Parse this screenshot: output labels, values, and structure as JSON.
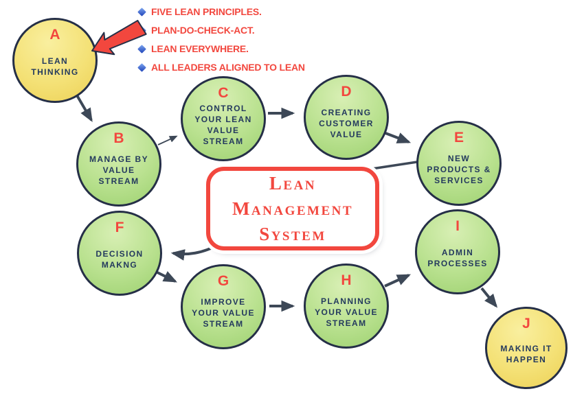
{
  "colors": {
    "red": "#f2473e",
    "navy": "#243a5e",
    "outline": "#252f47",
    "arrow": "#3d4857",
    "green-light": "#d8efb4",
    "green-mid": "#b9e18f",
    "green-deep": "#9cd06f",
    "yellow-light": "#f9ef9f",
    "yellow-mid": "#f4e176",
    "yellow-deep": "#ecd055",
    "blue-light": "#7fa8f0",
    "blue-dark": "#2b50c0"
  },
  "callout": {
    "items": [
      "FIVE LEAN PRINCIPLES.",
      "PLAN-DO-CHECK-ACT.",
      "LEAN EVERYWHERE.",
      "ALL LEADERS ALIGNED TO LEAN"
    ]
  },
  "center_box": {
    "title": "Lean\nManagement\nSystem"
  },
  "nodes": [
    {
      "letter": "A",
      "label": "LEAN\nTHINKING",
      "fill": "yellow"
    },
    {
      "letter": "B",
      "label": "MANAGE BY\nVALUE\nSTREAM",
      "fill": "green"
    },
    {
      "letter": "C",
      "label": "CONTROL\nYOUR LEAN\nVALUE\nSTREAM",
      "fill": "green"
    },
    {
      "letter": "D",
      "label": "CREATING\nCUSTOMER\nVALUE",
      "fill": "green"
    },
    {
      "letter": "E",
      "label": "NEW\nPRODUCTS &\nSERVICES",
      "fill": "green"
    },
    {
      "letter": "F",
      "label": "DECISION\nMAKNG",
      "fill": "green"
    },
    {
      "letter": "G",
      "label": "IMPROVE\nYOUR VALUE\nSTREAM",
      "fill": "green"
    },
    {
      "letter": "H",
      "label": "PLANNING\nYOUR VALUE\nSTREAM",
      "fill": "green"
    },
    {
      "letter": "I",
      "label": "ADMIN\nPROCESSES",
      "fill": "green"
    },
    {
      "letter": "J",
      "label": "MAKING IT\nHAPPEN",
      "fill": "yellow"
    }
  ]
}
